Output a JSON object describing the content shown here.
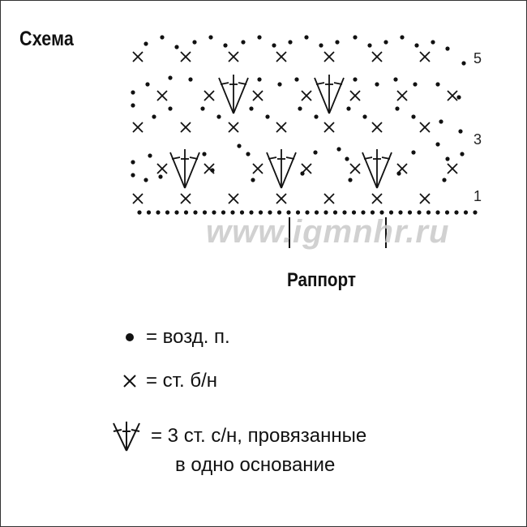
{
  "title": "Схема",
  "row_numbers": [
    "5",
    "3",
    "1"
  ],
  "watermark": "www.igmnhr.ru",
  "rapport_label": "Раппорт",
  "legend": [
    {
      "symbol": "chain-stitch-icon",
      "text": "= возд. п."
    },
    {
      "symbol": "single-crochet-icon",
      "text": "= ст. б/н"
    },
    {
      "symbol": "three-dc-cluster-icon",
      "text": "= 3 ст. с/н, провязанные",
      "text_cont": "в одно основание"
    }
  ],
  "colors": {
    "ink": "#111111",
    "watermark": "#c9c9c9"
  }
}
